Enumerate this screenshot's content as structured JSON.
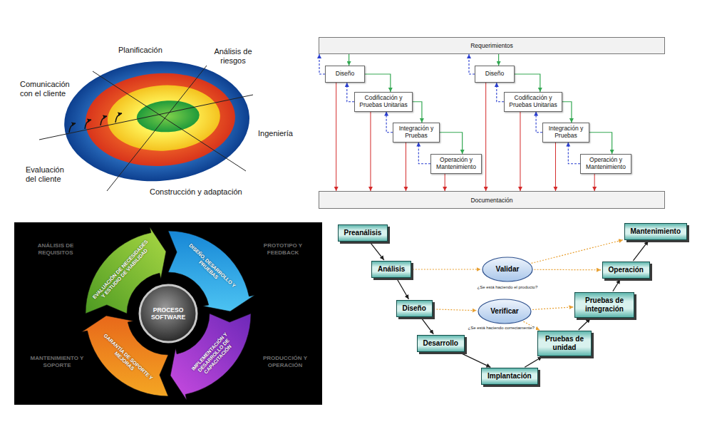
{
  "diagram": {
    "nodes": [
      {
        "text": [
          "Requerimientos"
        ]
      },
      {
        "text": [
          "Diseño"
        ]
      },
      {
        "text": [
          "Codificación y Pruebas Unitarias"
        ]
      },
      {
        "text": [
          "Integración y Pruebas"
        ]
      },
      {
        "text": [
          "Operación y Mantenimiento"
        ]
      },
      {
        "text": [
          "Diseño"
        ]
      },
      {
        "text": [
          "Codificación y Pruebas Unitarias"
        ]
      },
      {
        "text": [
          "Integración y Pruebas"
        ]
      },
      {
        "text": [
          "Operación y Mantenimiento"
        ]
      },
      {
        "text": [
          "Documentación"
        ]
      },
      {
        "text": [
          "EVALUACIÓN DE NECESIDADES Y ESTUDIO DE VIABILIDAD"
        ]
      },
      {
        "text": [
          "DISEÑO, DESARROLLO Y PRUEBAS"
        ]
      },
      {
        "text": [
          "IMPLEMENTACIÓN Y DESARROLLO DE CAPACITACIÓN"
        ]
      },
      {
        "text": [
          "GARANTÍA DE SOPORTE Y MEJORAS"
        ]
      },
      {
        "text": [
          "PROCESO SOFTWARE"
        ]
      },
      {
        "text": [
          "Preanálisis"
        ]
      },
      {
        "text": [
          "Análisis"
        ]
      },
      {
        "text": [
          "Validar"
        ]
      },
      {
        "text": [
          "Mantenimiento"
        ]
      },
      {
        "text": [
          "Operación"
        ]
      },
      {
        "text": [
          "Diseño"
        ]
      },
      {
        "text": [
          "Verificar"
        ]
      },
      {
        "text": [
          "Pruebas de integración"
        ]
      },
      {
        "text": [
          "Desarrollo"
        ]
      },
      {
        "text": [
          "Pruebas de unidad"
        ]
      },
      {
        "text": [
          "Implantación"
        ]
      }
    ],
    "edges": [
      {
        "from": 0,
        "to": 1,
        "arrow": "to"
      },
      {
        "from": 1,
        "to": 0,
        "arrow": "to"
      },
      {
        "from": 1,
        "to": 2,
        "arrow": "to"
      },
      {
        "from": 2,
        "to": 1,
        "arrow": "to"
      },
      {
        "from": 2,
        "to": 3,
        "arrow": "to"
      },
      {
        "from": 3,
        "to": 2,
        "arrow": "to"
      },
      {
        "from": 3,
        "to": 4,
        "arrow": "to"
      },
      {
        "from": 4,
        "to": 3,
        "arrow": "to"
      },
      {
        "from": 1,
        "to": 9,
        "arrow": "to"
      },
      {
        "from": 2,
        "to": 9,
        "arrow": "to"
      },
      {
        "from": 3,
        "to": 9,
        "arrow": "to"
      },
      {
        "from": 4,
        "to": 9,
        "arrow": "to"
      },
      {
        "from": 0,
        "to": 5,
        "arrow": "to"
      },
      {
        "from": 5,
        "to": 0,
        "arrow": "to"
      },
      {
        "from": 5,
        "to": 6,
        "arrow": "to"
      },
      {
        "from": 6,
        "to": 5,
        "arrow": "to"
      },
      {
        "from": 6,
        "to": 7,
        "arrow": "to"
      },
      {
        "from": 7,
        "to": 6,
        "arrow": "to"
      },
      {
        "from": 7,
        "to": 8,
        "arrow": "to"
      },
      {
        "from": 8,
        "to": 7,
        "arrow": "to"
      },
      {
        "from": 5,
        "to": 9,
        "arrow": "to"
      },
      {
        "from": 6,
        "to": 9,
        "arrow": "to"
      },
      {
        "from": 7,
        "to": 9,
        "arrow": "to"
      },
      {
        "from": 8,
        "to": 9,
        "arrow": "to"
      },
      {
        "from": 15,
        "to": 16,
        "arrow": "to"
      },
      {
        "from": 16,
        "to": 20,
        "arrow": "to"
      },
      {
        "from": 20,
        "to": 23,
        "arrow": "to"
      },
      {
        "from": 23,
        "to": 25,
        "arrow": "to"
      },
      {
        "from": 25,
        "to": 24,
        "arrow": "to"
      },
      {
        "from": 24,
        "to": 22,
        "arrow": "to"
      },
      {
        "from": 22,
        "to": 19,
        "arrow": "to"
      },
      {
        "from": 19,
        "to": 18,
        "arrow": "to"
      },
      {
        "from": 16,
        "to": 17,
        "arrow": "to"
      },
      {
        "from": 17,
        "to": 19,
        "arrow": "to"
      },
      {
        "from": 17,
        "to": 18,
        "arrow": "to"
      },
      {
        "from": 20,
        "to": 21,
        "arrow": "to"
      },
      {
        "from": 21,
        "to": 22,
        "arrow": "to"
      },
      {
        "from": 21,
        "to": 24,
        "arrow": "to"
      }
    ],
    "labels": [
      "Planificación",
      "Análisis de riesgos",
      "Comunicación con el cliente",
      "Ingeniería",
      "Evaluación del cliente",
      "Construcción y adaptación",
      "ANÁLISIS DE REQUISITOS",
      "PROTOTIPO Y FEEDBACK",
      "MANTENIMIENTO Y SOPORTE",
      "PRODUCCIÓN Y OPERACIÓN",
      "¿Se está haciendo el producto?",
      "¿Se está haciendo correctamente?"
    ]
  }
}
